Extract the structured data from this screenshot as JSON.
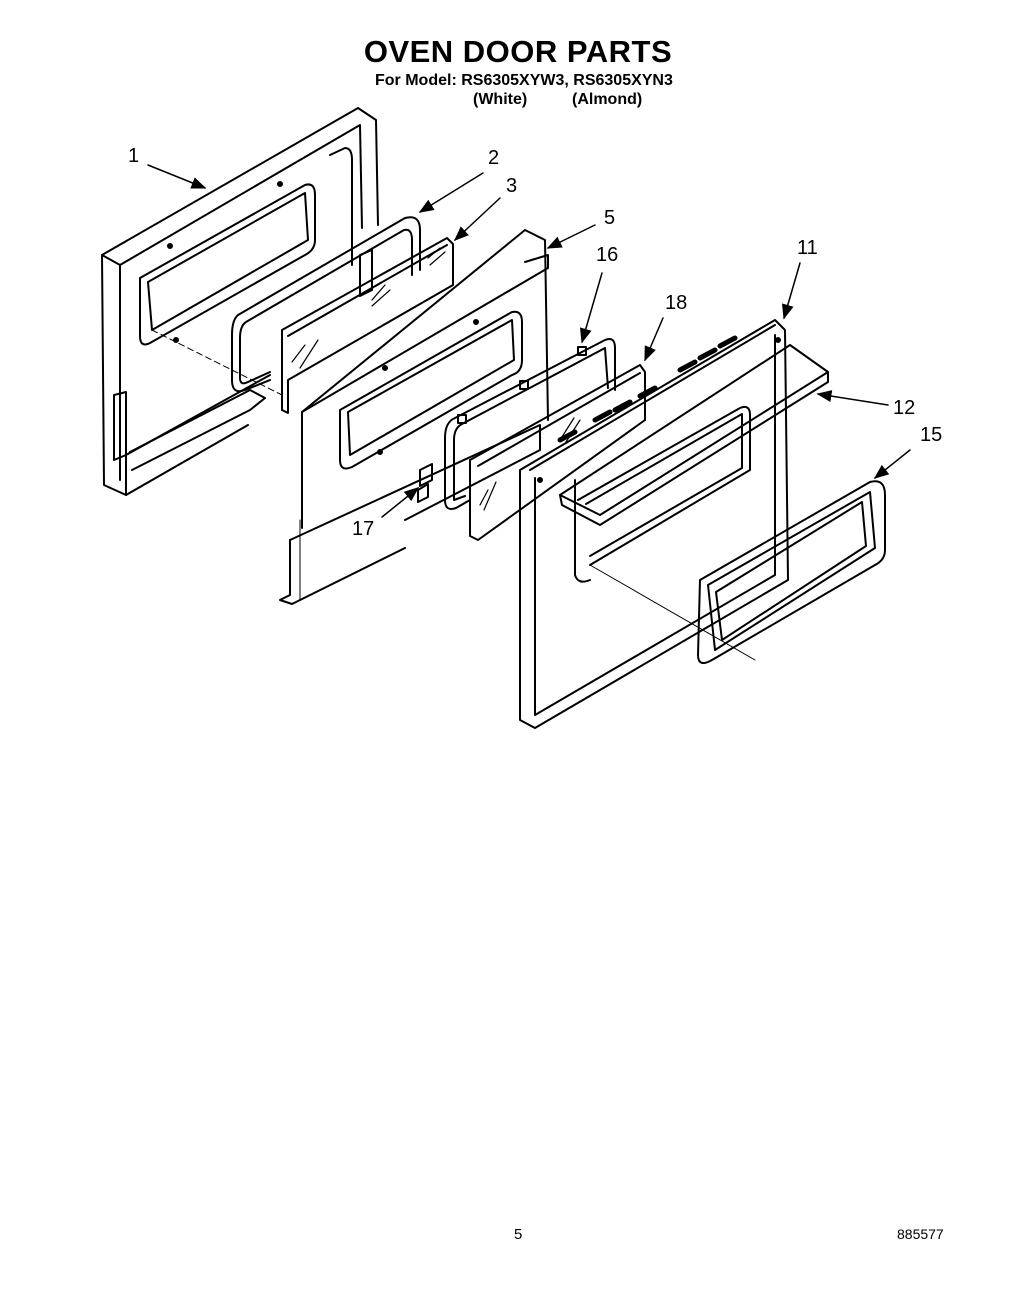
{
  "header": {
    "title": "OVEN DOOR PARTS",
    "model_line": "For Model: RS6305XYW3, RS6305XYN3",
    "variant_white": "(White)",
    "variant_almond": "(Almond)"
  },
  "callouts": [
    "1",
    "2",
    "3",
    "5",
    "16",
    "18",
    "11",
    "12",
    "15",
    "17"
  ],
  "footer": {
    "page_number": "5",
    "doc_code": "885577"
  }
}
